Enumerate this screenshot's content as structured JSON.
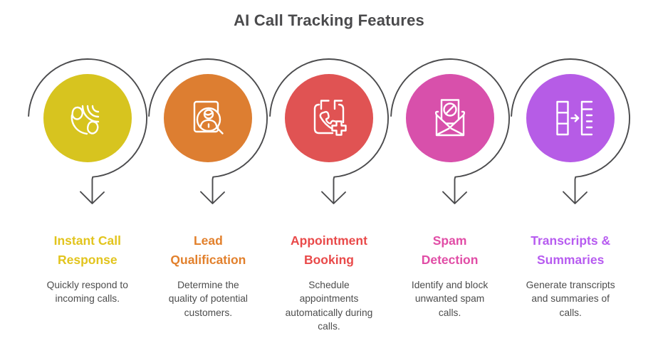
{
  "title": "AI Call Tracking Features",
  "theme": {
    "background": "#ffffff",
    "title_color": "#4a4a4c",
    "body_text_color": "#4d4d4d",
    "loop_arrow_color": "#4b4b4d",
    "icon_stroke_color": "#ffffff"
  },
  "features": [
    {
      "id": "instant-call-response",
      "icon": "phone-ringing-icon",
      "color": "#d7c41f",
      "heading_color": "#e2c41d",
      "heading": [
        "Instant Call",
        "Response"
      ],
      "description": [
        "Quickly respond to",
        "incoming calls."
      ]
    },
    {
      "id": "lead-qualification",
      "icon": "profile-magnifier-icon",
      "color": "#dd7e31",
      "heading_color": "#e2802c",
      "heading": [
        "Lead",
        "Qualification"
      ],
      "description": [
        "Determine the",
        "quality of potential",
        "customers."
      ]
    },
    {
      "id": "appointment-booking",
      "icon": "calendar-phone-plus-icon",
      "color": "#e05353",
      "heading_color": "#e94a4a",
      "heading": [
        "Appointment",
        "Booking"
      ],
      "description": [
        "Schedule",
        "appointments",
        "automatically during",
        "calls."
      ]
    },
    {
      "id": "spam-detection",
      "icon": "blocked-mail-icon",
      "color": "#d850ab",
      "heading_color": "#e14da6",
      "heading": [
        "Spam",
        "Detection"
      ],
      "description": [
        "Identify and block",
        "unwanted spam",
        "calls."
      ]
    },
    {
      "id": "transcripts-summaries",
      "icon": "table-to-summary-icon",
      "color": "#b65ce6",
      "heading_color": "#b75cf0",
      "heading": [
        "Transcripts &",
        "Summaries"
      ],
      "description": [
        "Generate transcripts",
        "and summaries of",
        "calls."
      ]
    }
  ]
}
